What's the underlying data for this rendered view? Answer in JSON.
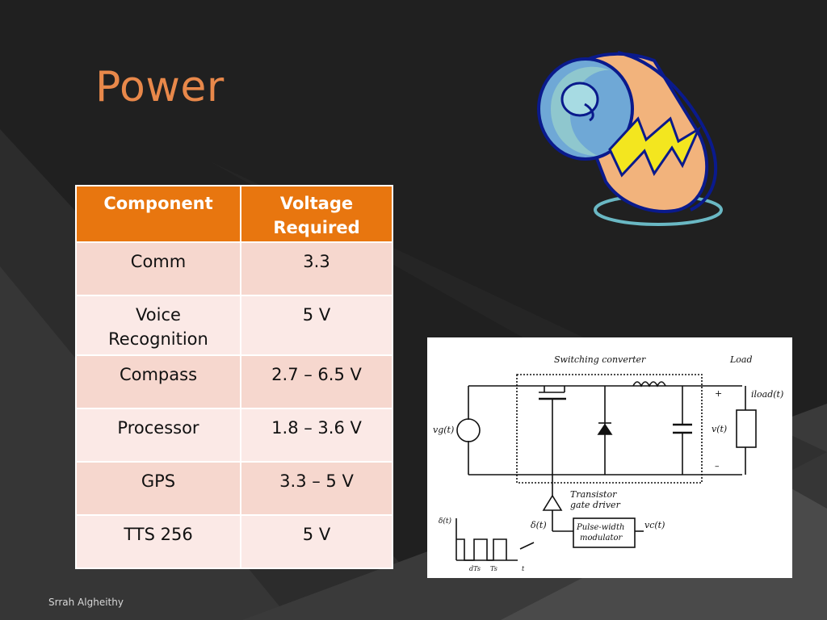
{
  "slide": {
    "title": "Power",
    "footer": "Srrah Algheithy"
  },
  "table": {
    "headers": [
      "Component",
      "Voltage\nRequired"
    ],
    "rows": [
      [
        "Comm",
        "3.3"
      ],
      [
        "Voice\nRecognition",
        "5 V"
      ],
      [
        "Compass",
        "2.7 – 6.5 V"
      ],
      [
        "Processor",
        "1.8 – 3.6 V"
      ],
      [
        "GPS",
        "3.3 – 5 V"
      ],
      [
        "TTS 256",
        "5 V"
      ]
    ]
  },
  "diagram": {
    "switching_converter": "Switching converter",
    "load": "Load",
    "vg": "vg(t)",
    "iload": "iload(t)",
    "vt": "v(t)",
    "plus": "+",
    "minus": "–",
    "transistor": "Transistor",
    "gate_driver": "gate driver",
    "delta": "δ(t)",
    "pwm1": "Pulse-width",
    "pwm2": "modulator",
    "vc": "vc(t)",
    "delta_axis": "δ(t)",
    "dts": "dTs",
    "ts": "Ts",
    "t": "t"
  },
  "colors": {
    "accent": "#e8760f",
    "title": "#e8884a",
    "row_odd": "#f6d7ce",
    "row_even": "#fbe9e6"
  },
  "icons": [
    "battery-clipart-icon"
  ]
}
